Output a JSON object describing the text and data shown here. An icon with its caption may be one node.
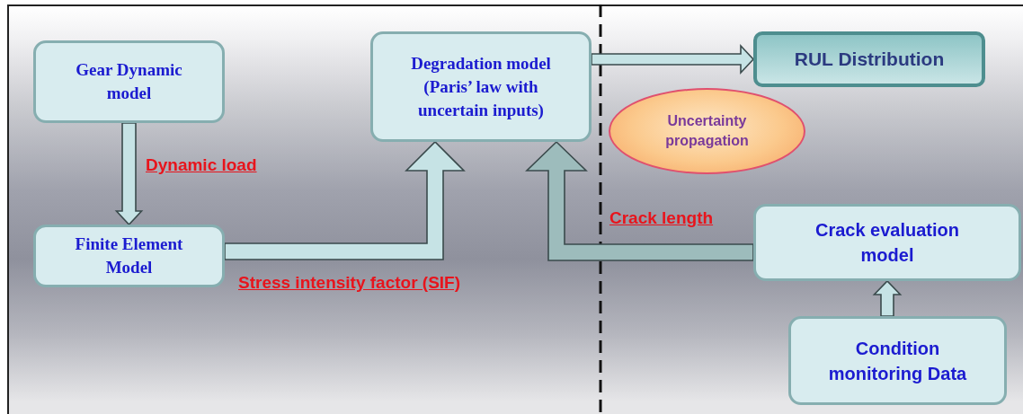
{
  "diagram": {
    "nodes": [
      {
        "text": [
          "Gear Dynamic model"
        ]
      },
      {
        "text": [
          "Finite Element Model"
        ]
      },
      {
        "text": [
          "Degradation model (Paris’ law with uncertain inputs)"
        ]
      },
      {
        "text": [
          "RUL Distribution"
        ]
      },
      {
        "text": [
          "Uncertainty propagation"
        ]
      },
      {
        "text": [
          "Crack evaluation model"
        ]
      },
      {
        "text": [
          "Condition monitoring Data"
        ]
      }
    ],
    "edges": [
      {
        "from": 0,
        "to": 1,
        "arrow": "to",
        "label": "Dynamic load"
      },
      {
        "from": 1,
        "to": 2,
        "arrow": "to",
        "label": "Stress intensity factor (SIF)"
      },
      {
        "from": 5,
        "to": 2,
        "arrow": "to",
        "label": "Crack length",
        "color": "#9dbcbc"
      },
      {
        "from": 2,
        "to": 3,
        "arrow": "to"
      },
      {
        "from": 6,
        "to": 5,
        "arrow": "to"
      }
    ]
  }
}
